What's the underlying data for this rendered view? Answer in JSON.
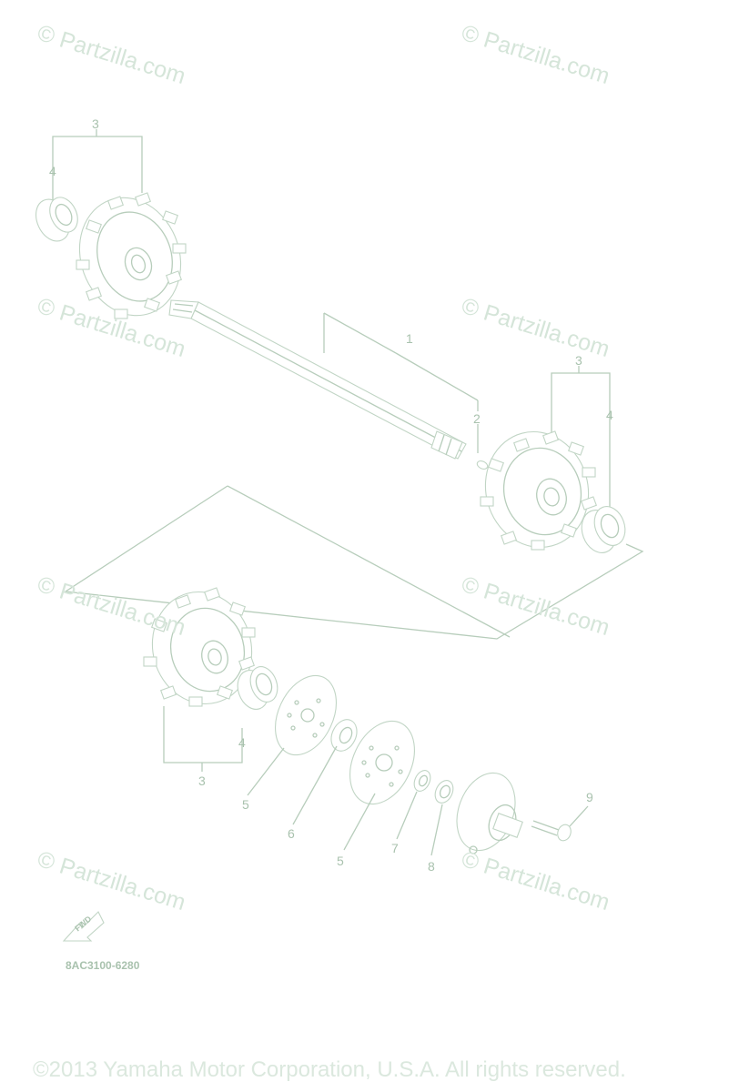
{
  "watermark": "© Partzilla.com",
  "callouts": {
    "c1": "1",
    "c2": "2",
    "c3a": "3",
    "c3b": "3",
    "c3c": "3",
    "c4a": "4",
    "c4b": "4",
    "c4c": "4",
    "c5a": "5",
    "c5b": "5",
    "c6": "6",
    "c7": "7",
    "c8": "8",
    "c9": "9"
  },
  "fwd_label": "FWD",
  "part_code": "8AC3100-6280",
  "copyright": "©2013 Yamaha Motor Corporation, U.S.A. All rights reserved.",
  "colors": {
    "line": "#b7cdbb",
    "text": "#a9c2ae",
    "watermark": "#d5e5d9"
  }
}
